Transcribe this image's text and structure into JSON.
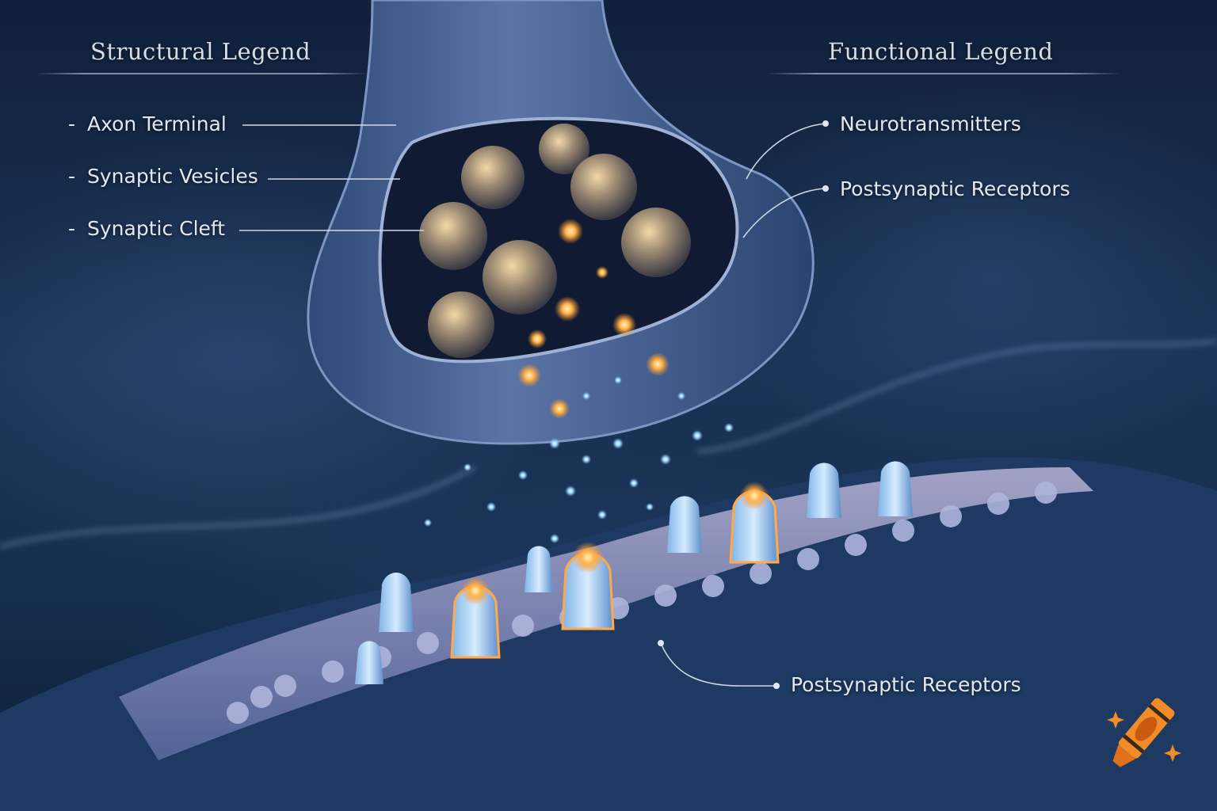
{
  "structural_legend": {
    "title": "Structural Legend",
    "items": [
      {
        "label": "Axon Terminal"
      },
      {
        "label": "Synaptic Vesicles"
      },
      {
        "label": "Synaptic Cleft"
      }
    ]
  },
  "functional_legend": {
    "title": "Functional Legend",
    "items": [
      {
        "label": "Neurotransmitters"
      },
      {
        "label": "Postsynaptic Receptors"
      }
    ]
  },
  "bottom_callout": {
    "label": "Postsynaptic Receptors"
  },
  "colors": {
    "background": "#16304f",
    "text": "#e2e8f0",
    "neurotransmitter_glow": "#ffb347",
    "logo_orange": "#f28c28"
  },
  "icons": {
    "logo": "crayon-sparkle-icon"
  }
}
